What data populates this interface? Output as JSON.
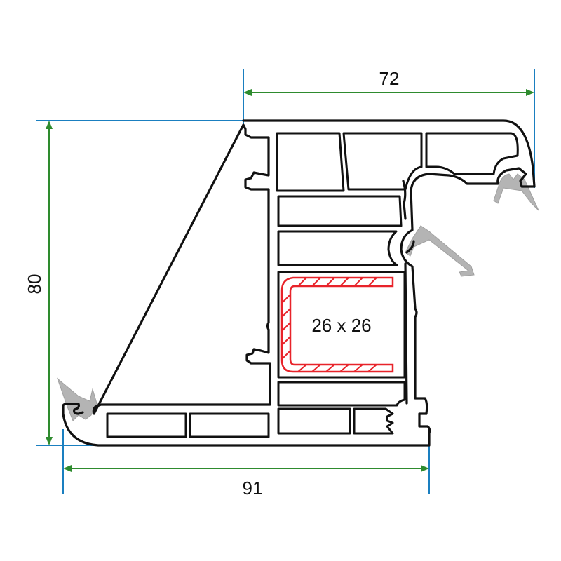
{
  "dimensions": {
    "top_width": "72",
    "height": "80",
    "bottom_width": "91"
  },
  "reinforcement": {
    "label": "26 x 26"
  },
  "colors": {
    "profile": "#111111",
    "dimension_line": "#2e8b2e",
    "extension_line": "#1a7fc0",
    "reinforcement": "#e8232a",
    "gasket": "#b4b4b4"
  }
}
